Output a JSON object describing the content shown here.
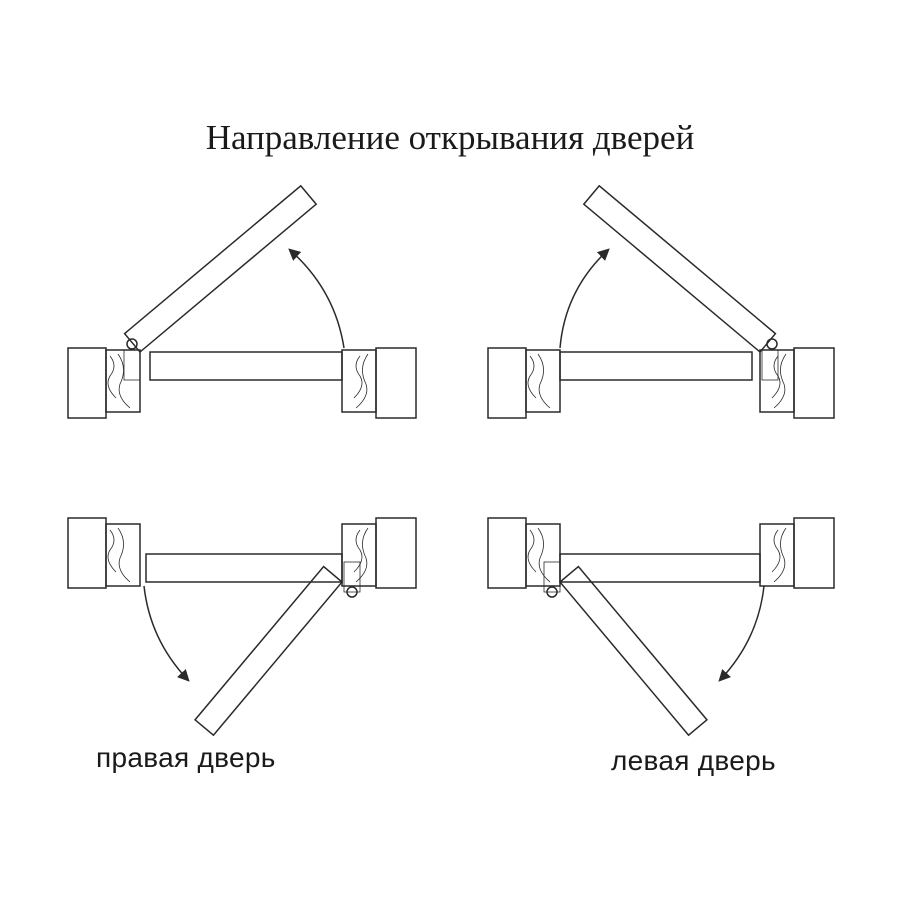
{
  "title": "Направление открывания дверей",
  "labels": {
    "right_door": "правая дверь",
    "left_door": "левая дверь"
  },
  "colors": {
    "line": "#2a2a2a",
    "background": "#ffffff"
  }
}
